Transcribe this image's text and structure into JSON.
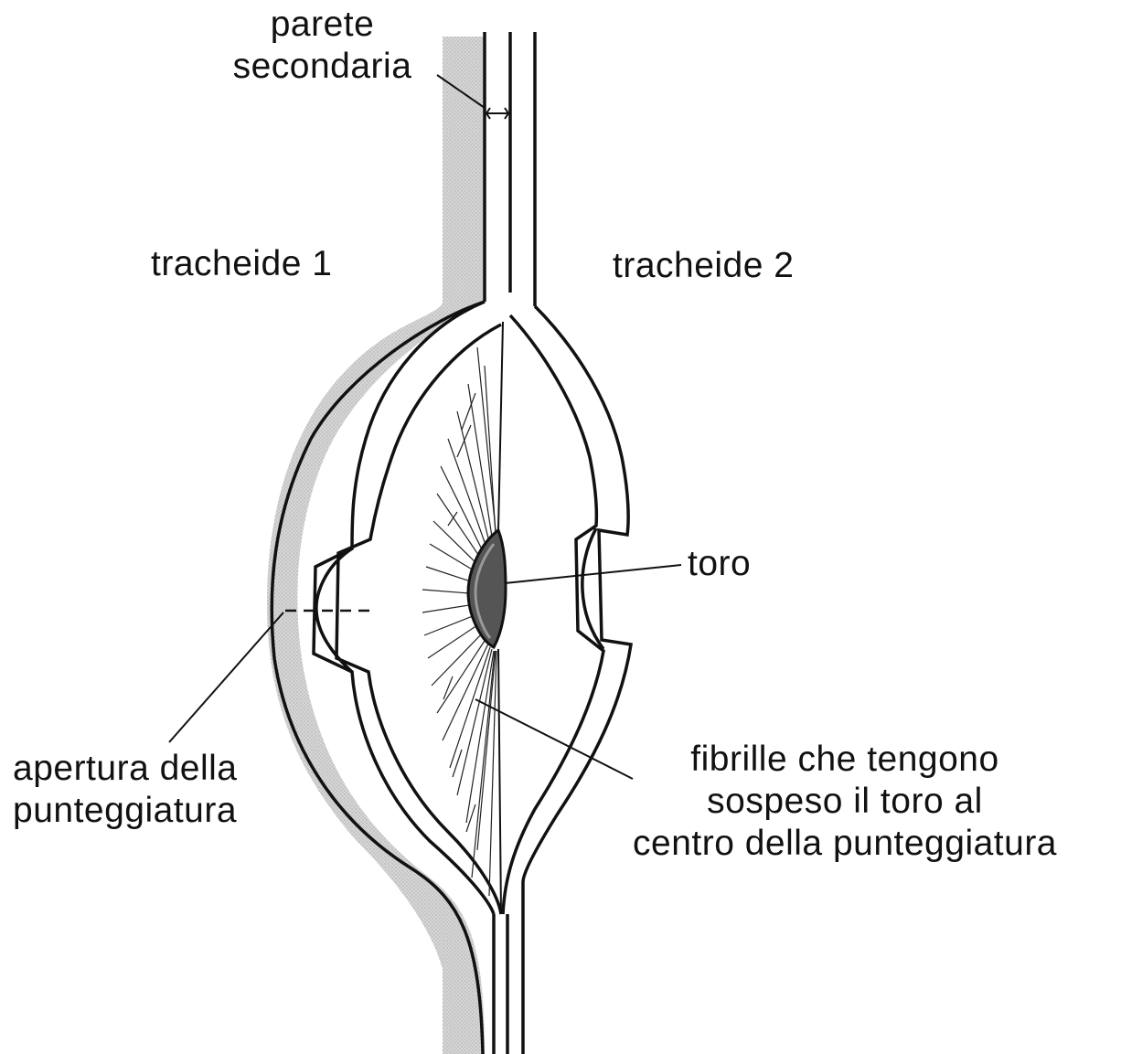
{
  "labels": {
    "parete_secondaria": [
      "parete",
      "secondaria"
    ],
    "tracheide_1": "tracheide 1",
    "tracheide_2": "tracheide 2",
    "toro": "toro",
    "apertura": [
      "apertura della",
      "punteggiatura"
    ],
    "fibrille": [
      "fibrille che tengono",
      "sospeso il toro al",
      "centro della punteggiatura"
    ]
  },
  "colors": {
    "ink": "#111111",
    "shading": "#cfcfcf",
    "background": "#ffffff"
  }
}
